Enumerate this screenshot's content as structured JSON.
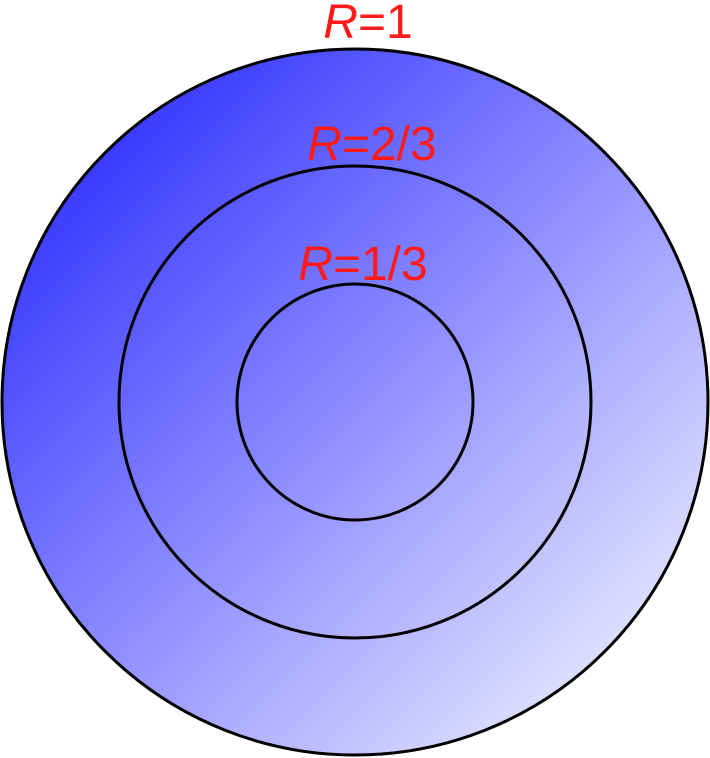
{
  "colors": {
    "gradient_start": "#1a1aff",
    "gradient_end": "#ffffff",
    "stroke": "#000000",
    "label": "#ff1a1a"
  },
  "labels": {
    "outer": {
      "var": "R",
      "value": "=1"
    },
    "middle": {
      "var": "R",
      "value": "=2/3"
    },
    "inner": {
      "var": "R",
      "value": "=1/3"
    }
  }
}
